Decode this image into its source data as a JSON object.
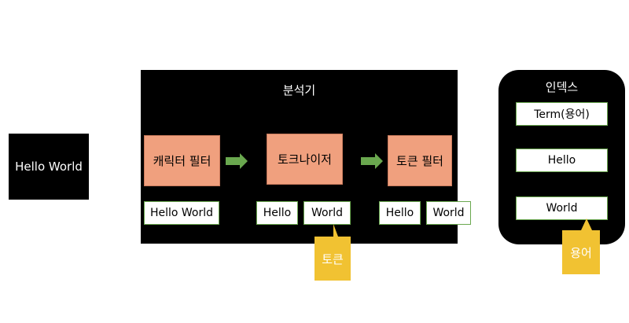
{
  "input_text": "Hello World",
  "analyzer": {
    "title": "분석기",
    "stages": [
      "캐릭터 필터",
      "토크나이저",
      "토큰 필터"
    ],
    "char_filter_output": "Hello World",
    "tokenizer_outputs": [
      "Hello",
      "World"
    ],
    "token_filter_outputs": [
      "Hello",
      "World"
    ]
  },
  "index": {
    "title": "인덱스",
    "entries": [
      "Term(용어)",
      "Hello",
      "World"
    ]
  },
  "callouts": {
    "token": "토큰",
    "term": "용어"
  },
  "colors": {
    "stage_fill": "#f0a07e",
    "arrow": "#6aa84f",
    "callout": "#f1c232",
    "panel": "#000000"
  }
}
